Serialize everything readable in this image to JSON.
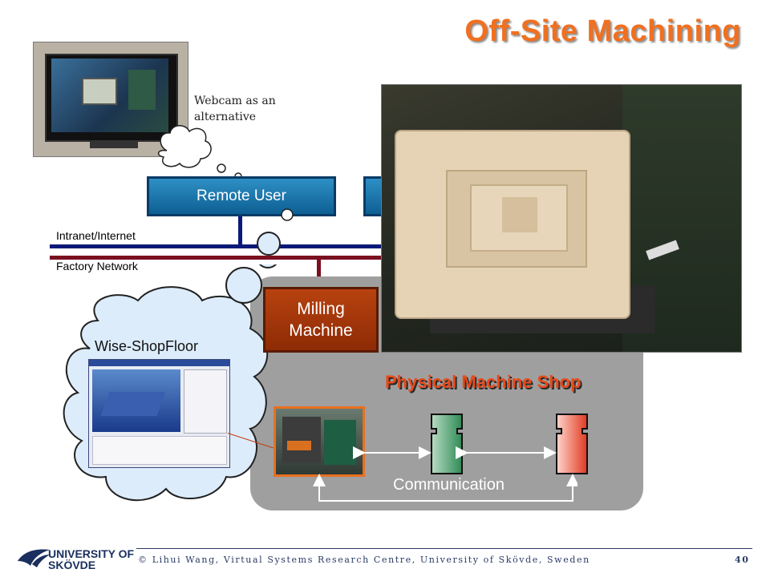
{
  "slide": {
    "title": "Off-Site Machining",
    "page_number": "40"
  },
  "webcam": {
    "note": "Webcam as an alternative"
  },
  "network": {
    "intranet_label": "Intranet/Internet",
    "factory_label": "Factory Network"
  },
  "nodes": {
    "remote_user": "Remote User",
    "milling_machine": "Milling Machine"
  },
  "cloud": {
    "label": "Wise-ShopFloor"
  },
  "shop": {
    "title": "Physical Machine Shop",
    "communication": "Communication"
  },
  "footer": {
    "university_line1": "UNIVERSITY OF",
    "university_line2": "SKÖVDE",
    "credit": "© Lihui Wang, Virtual Systems Research Centre, University of Skövde, Sweden"
  },
  "colors": {
    "title": "#f07020",
    "network_blue": "#0b1a78",
    "network_red": "#7a1020",
    "box_blue": "#1a78b0",
    "box_red": "#9a3308",
    "shop_gray": "#9f9f9f",
    "cloud_fill": "#d8ecfb"
  }
}
